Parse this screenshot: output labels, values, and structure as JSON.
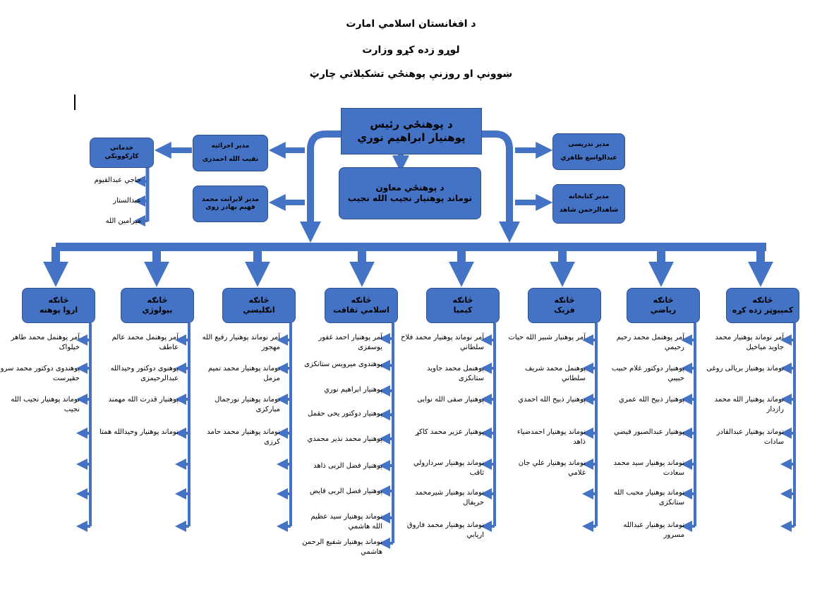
{
  "header": {
    "line1": "د افغانستان اسلامي امارت",
    "line2": "لوړو زده کړو وزارت",
    "line3": "ښوونې او روزنې پوهنځي تشکیلاتي چارټ"
  },
  "dean": {
    "title": "د پوهنځي رئیس",
    "name": "پوهنیار ابراهیم نوري"
  },
  "deputy": {
    "title": "د پوهنځي معاون",
    "name": "نوماند پوهنیار نجیب الله نجیب"
  },
  "exec_manager": {
    "title": "مدیر اجرائیه",
    "name": "نقیب الله احمدزی"
  },
  "library_manager": {
    "title": "مدیر لابرانت محمد",
    "name": "فهیم بهادر زوی"
  },
  "service_staff": {
    "title_line1": "خدماتي",
    "title_line2": "کارکوونکي",
    "members": [
      "حاجي عبدالقیوم",
      "عبدالستار",
      "میرامین الله"
    ]
  },
  "teaching_manager": {
    "title": "مدیر تدریسی",
    "name": "عبدالواسع ظاهري"
  },
  "library_head": {
    "title": "مدیر کتابخانه",
    "name": "شاهدالرحمن شاهد"
  },
  "departments": [
    {
      "kind": "څانګه",
      "name": "کمپیوټر زده کړه",
      "staff": [
        "آمر نوماند پوهنیار محمد جاوید میاخیل",
        "نوماند پوهنیار بریالی روغی",
        "نوماند پوهنیار الله محمد رازدار",
        "نوماند پوهنیار عبدالقادر سادات"
      ]
    },
    {
      "kind": "څانګه",
      "name": "ریاضي",
      "staff": [
        "آمر پوهنمل محمد رحیم رحیمي",
        "پوهنیار دوکتور غلام حبیب حبیبي",
        "پوهنیار ذبیح الله عمري",
        "پوهنیار عبدالصبور فیضي",
        "نوماند پوهنیار سید محمد سعادت",
        "نوماند پوهنیار محبب الله ستانکزی",
        "نوماند پوهنیار عبدالله مسرور"
      ]
    },
    {
      "kind": "څانګه",
      "name": "فزیک",
      "staff": [
        "آمر پوهنیار شبیر الله حیات",
        "پوهنمل محمد شریف سلطاني",
        "پوهنیار ذبیح الله احمدي",
        "نوماند پوهنیار احمدضیاء ذاهد",
        "نوماند پوهنیار علي جان غلامي"
      ]
    },
    {
      "kind": "څانګه",
      "name": "کیمیا",
      "staff": [
        "آمر نوماند پوهنیار محمد فلاح سلطاني",
        "پوهنمل محمد جاوید ستانکزی",
        "پوهنیار صفی الله نوابی",
        "پوهنیار عزیر محمد کاکړ",
        "نوماند پوهنیار سردارولي ثاقب",
        "نوماند پوهنیار شیرمحمد حریفال",
        "نوماند پوهنیار محمد فاروق اریابي"
      ]
    },
    {
      "kind": "څانګه",
      "name": "اسلامي ثقافت",
      "staff": [
        "آمر پوهنیار احمد غفور یوسفزی",
        "پوهندوی میرویس ستانکزی",
        "پوهنیار ابراهیم نوري",
        "پوهنیار دوکتور یحی حقمل",
        "پوهنیار محمد نذیر محمدي",
        "پوهنیار فضل الربی ذاهد",
        "پوهنیار فضل الربی فایض",
        "نوماند پوهنیار سید عظیم الله هاشمي",
        "نوماند پوهنیار شفیع الرحمن هاشمي"
      ]
    },
    {
      "kind": "څانګه",
      "name": "انګلیسي",
      "staff": [
        "آمر نوماند پوهنیار رفیع الله مهجور",
        "نوماند پوهنیار محمد تمیم مزمل",
        "نوماند پوهنیار نورجمال مبارکزی",
        "نوماند پوهنیار محمد حامد کرزی"
      ]
    },
    {
      "kind": "څانګه",
      "name": "بیولوژي",
      "staff": [
        "آمر پوهنمل محمد عالم عاطف",
        "پوهنوی دوکتور وحیدالله عبدالرحیمزی",
        "پوهنیار قدرت الله مهمند",
        "نوماند پوهنیار وحیدالله همتا"
      ]
    },
    {
      "kind": "څانګه",
      "name": "اروا پوهنه",
      "staff": [
        "آمر پوهنمل محمد طاهر خپلواک",
        "پوهندوی دوکتور محمد سرور حقپرست",
        "نوماند پوهنیار نجیب الله نجیب"
      ]
    }
  ]
}
